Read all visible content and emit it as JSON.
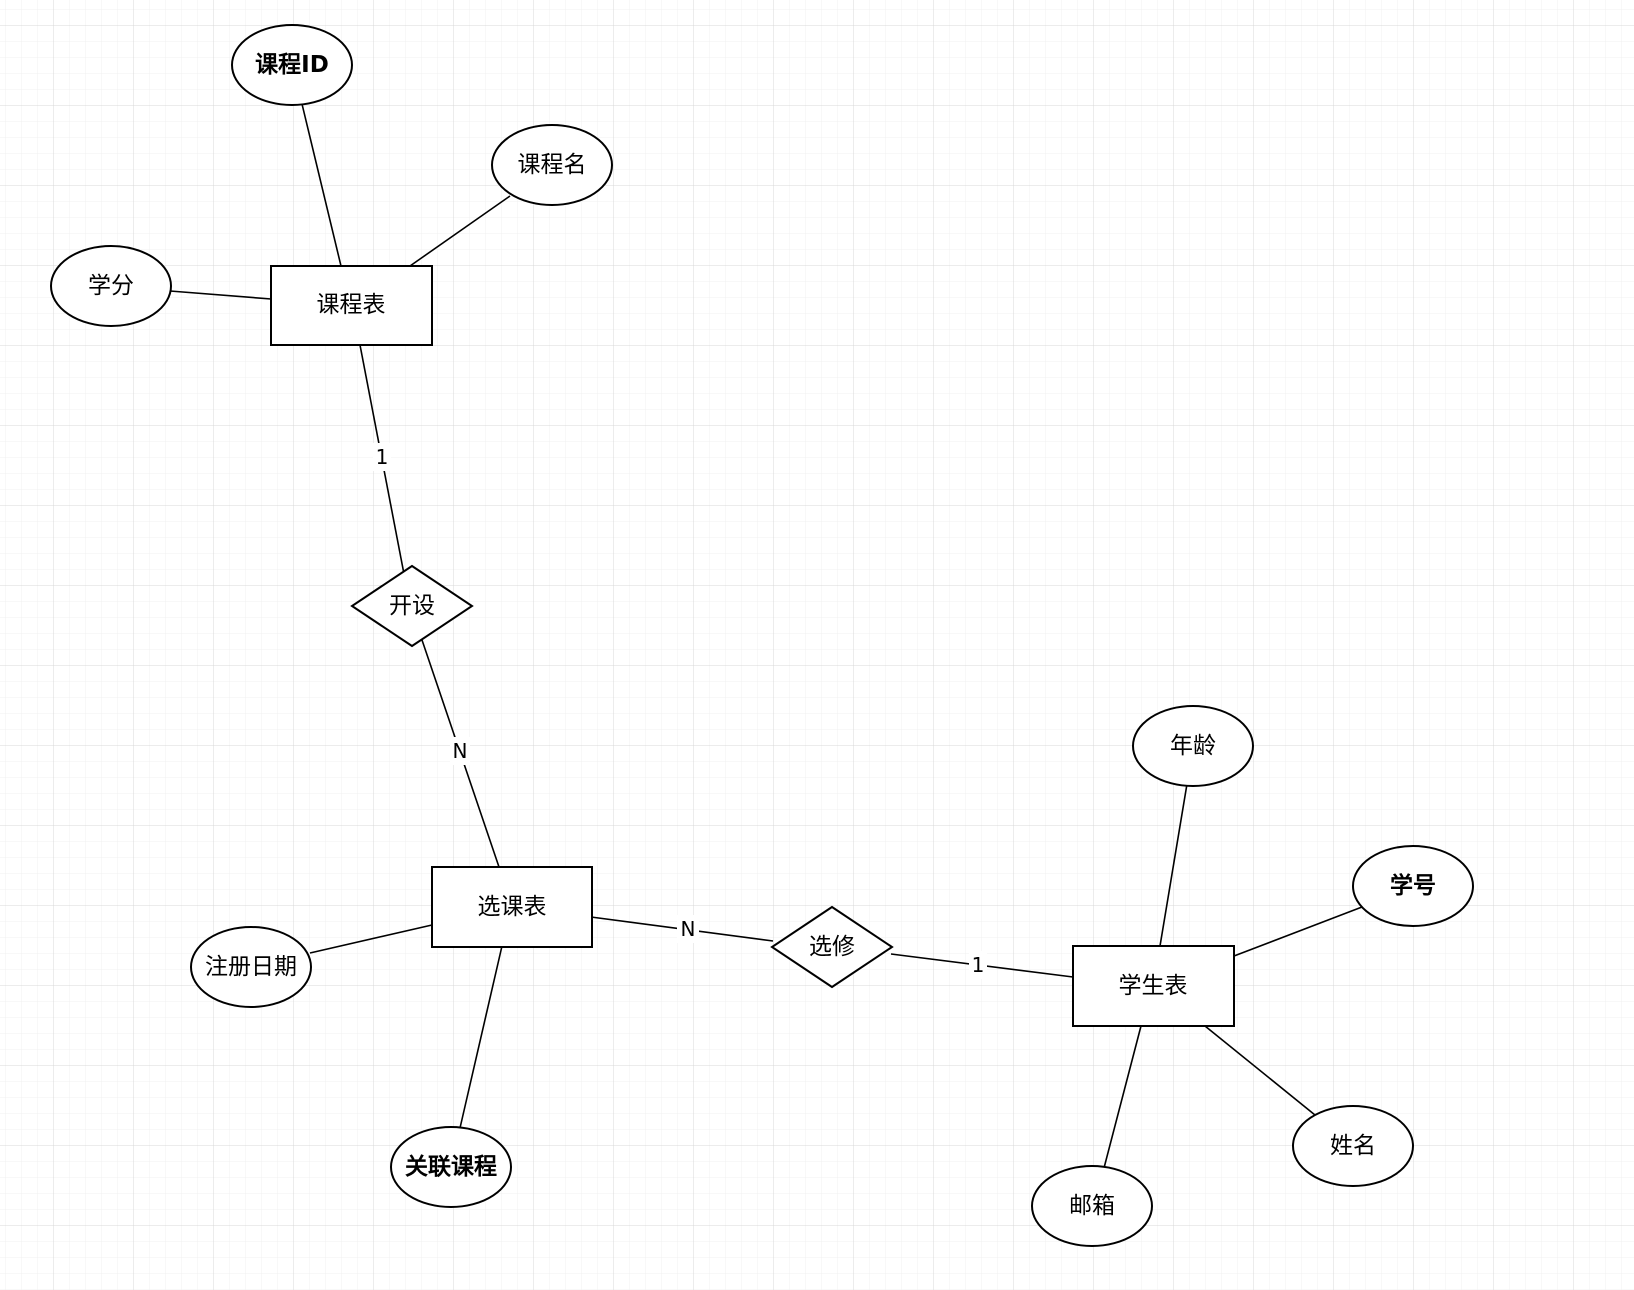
{
  "grid": {
    "major_color": "#d9d9d9",
    "minor_color": "#f0f0f0"
  },
  "entities": {
    "course": "课程表",
    "enrollment": "选课表",
    "student": "学生表"
  },
  "relationships": {
    "offers": "开设",
    "takes": "选修"
  },
  "attributes": {
    "course_id": "课程ID",
    "course_name": "课程名",
    "credit": "学分",
    "register_date": "注册日期",
    "linked_course": "关联课程",
    "age": "年龄",
    "student_no": "学号",
    "name": "姓名",
    "email": "邮箱"
  },
  "cardinalities": {
    "course_offers": "1",
    "offers_enrollment": "N",
    "enrollment_takes": "N",
    "takes_student": "1"
  }
}
